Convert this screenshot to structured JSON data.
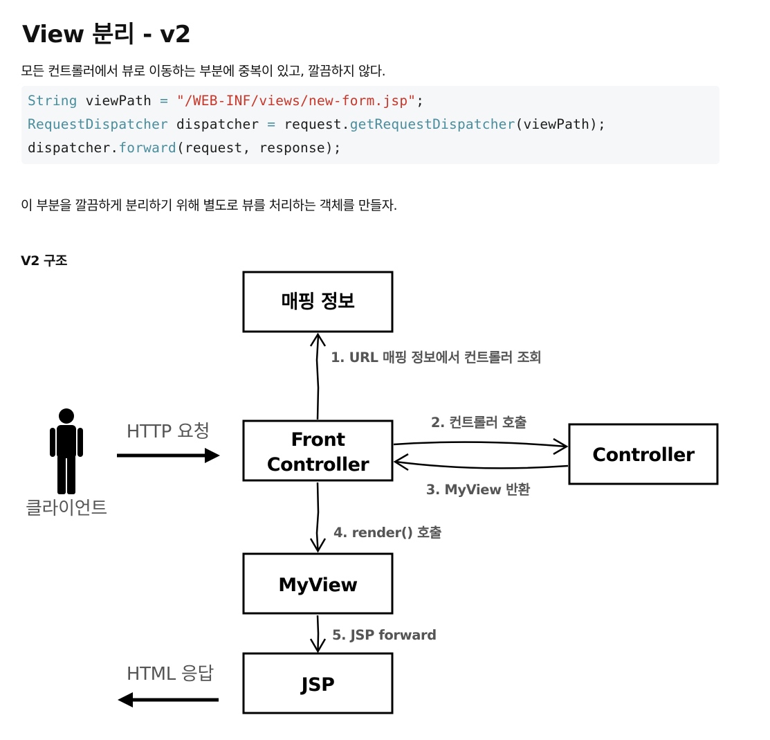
{
  "title": "View 분리 - v2",
  "intro": "모든 컨트롤러에서 뷰로 이동하는 부분에 중복이 있고, 깔끔하지 않다.",
  "code": {
    "line1": {
      "type": "String",
      "var": "viewPath",
      "op": "=",
      "string": "\"/WEB-INF/views/new-form.jsp\"",
      "end": ";"
    },
    "line2": {
      "type": "RequestDispatcher",
      "var": "dispatcher",
      "op": "=",
      "receiver": "request.",
      "method": "getRequestDispatcher",
      "args": "(viewPath);"
    },
    "line3": {
      "receiver": "dispatcher.",
      "method": "forward",
      "args": "(request, response);"
    }
  },
  "followup": "이 부분을 깔끔하게 분리하기 위해 별도로 뷰를 처리하는 객체를 만들자.",
  "section_heading": "V2 구조",
  "diagram": {
    "nodes": {
      "mapping": "매핑 정보",
      "front_line1": "Front",
      "front_line2": "Controller",
      "controller": "Controller",
      "myview": "MyView",
      "jsp": "JSP"
    },
    "client_label": "클라이언트",
    "http_request": "HTTP 요청",
    "html_response": "HTML 응답",
    "steps": {
      "s1": "1. URL 매핑 정보에서 컨트롤러 조회",
      "s2": "2. 컨트롤러 호출",
      "s3": "3. MyView 반환",
      "s4": "4. render() 호출",
      "s5": "5. JSP forward"
    }
  }
}
